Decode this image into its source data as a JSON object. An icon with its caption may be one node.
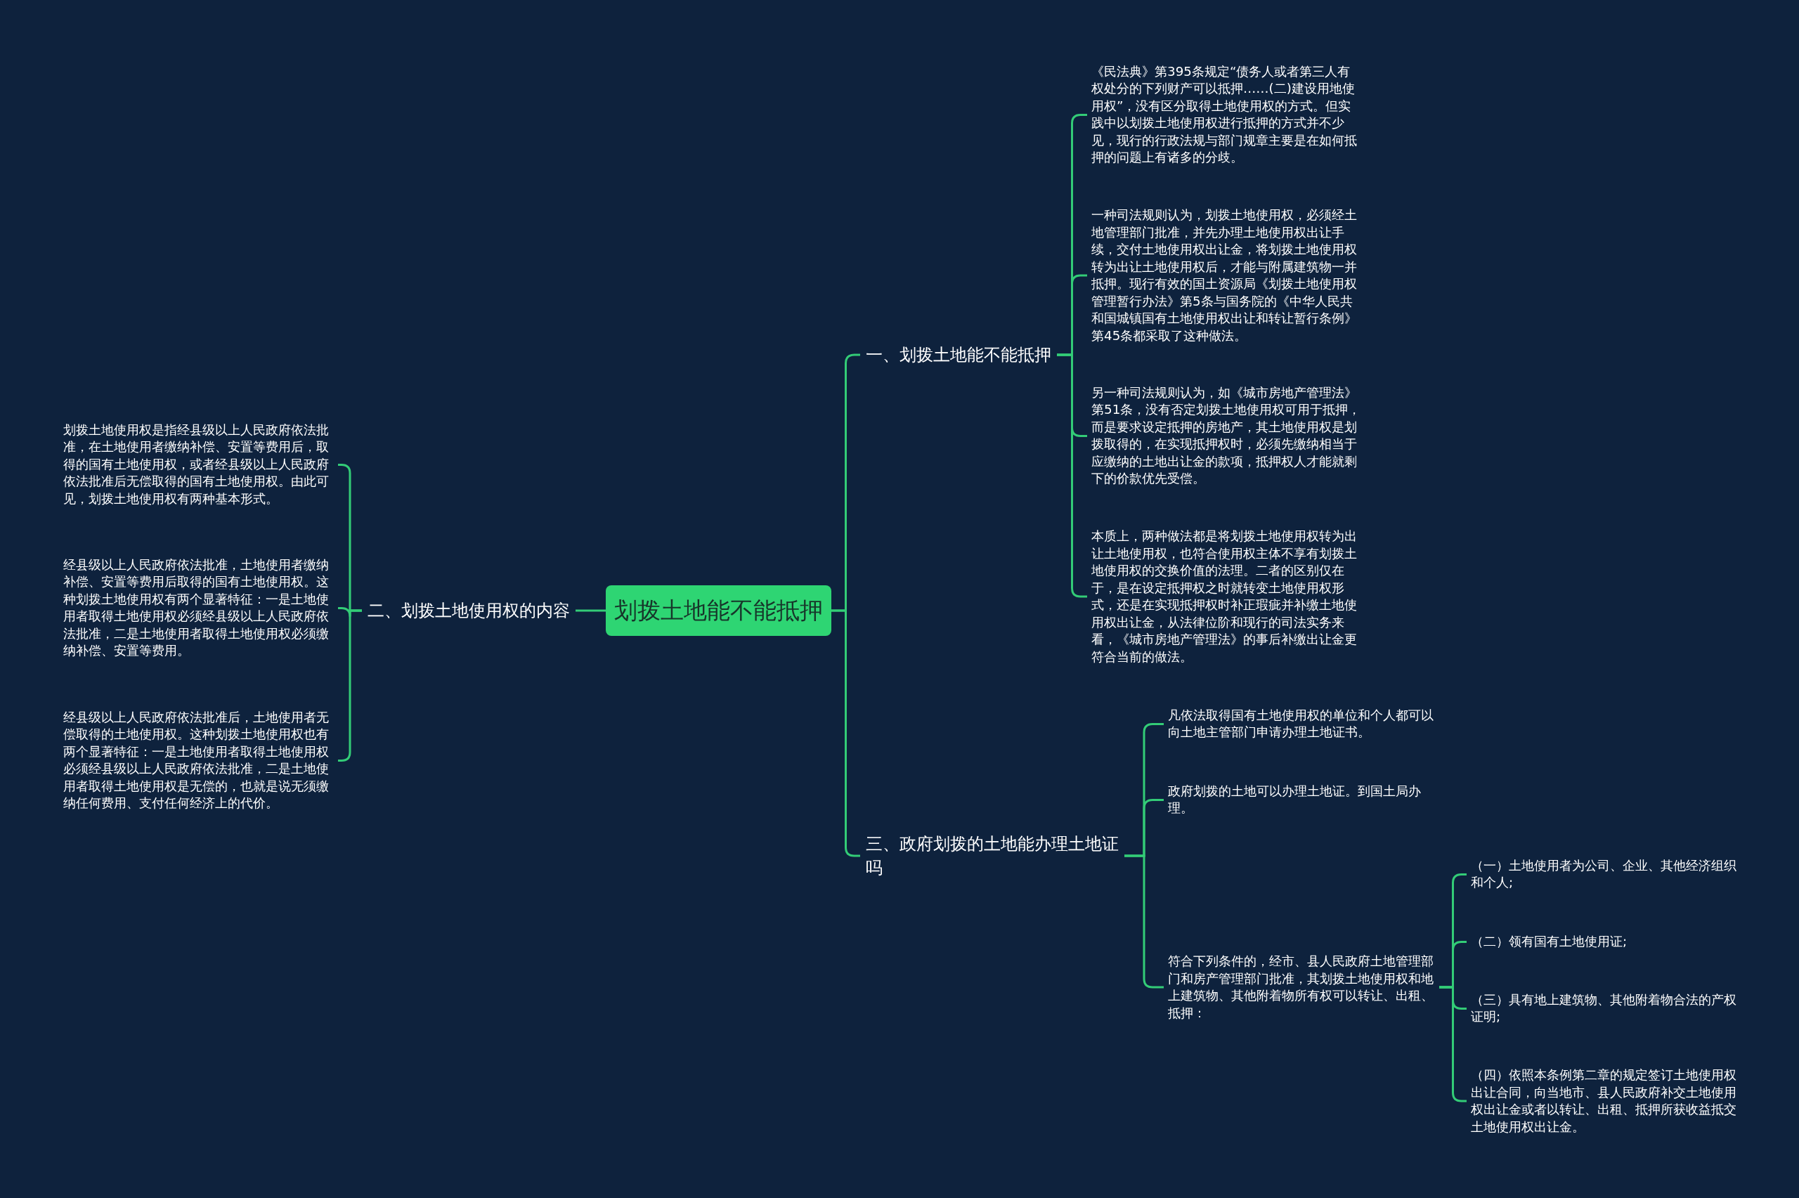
{
  "diagram": {
    "nodes": [
      {
        "text": [
          "划拨土地能不能抵押"
        ]
      },
      {
        "text": [
          "一、划拨土地能不能抵押"
        ]
      },
      {
        "text": [
          "《民法典》第395条规定“债务人或者第三人有权处分的下列财产可以抵押……(二)建设用地使用权”，没有区分取得土地使用权的方式。但实践中以划拨土地使用权进行抵押的方式并不少见，现行的行政法规与部门规章主要是在如何抵押的问题上有诸多的分歧。"
        ]
      },
      {
        "text": [
          "一种司法规则认为，划拨土地使用权，必须经土地管理部门批准，并先办理土地使用权出让手续，交付土地使用权出让金，将划拨土地使用权转为出让土地使用权后，才能与附属建筑物一并抵押。现行有效的国土资源局《划拨土地使用权管理暂行办法》第5条与国务院的《中华人民共和国城镇国有土地使用权出让和转让暂行条例》第45条都采取了这种做法。"
        ]
      },
      {
        "text": [
          "另一种司法规则认为，如《城市房地产管理法》第51条，没有否定划拨土地使用权可用于抵押，而是要求设定抵押的房地产，其土地使用权是划拨取得的，在实现抵押权时，必须先缴纳相当于应缴纳的土地出让金的款项，抵押权人才能就剩下的价款优先受偿。"
        ]
      },
      {
        "text": [
          "本质上，两种做法都是将划拨土地使用权转为出让土地使用权，也符合使用权主体不享有划拨土地使用权的交换价值的法理。二者的区别仅在于，是在设定抵押权之时就转变土地使用权形式，还是在实现抵押权时补正瑕疵并补缴土地使用权出让金，从法律位阶和现行的司法实务来看，《城市房地产管理法》的事后补缴出让金更符合当前的做法。"
        ]
      },
      {
        "text": [
          "二、划拨土地使用权的内容"
        ]
      },
      {
        "text": [
          "划拨土地使用权是指经县级以上人民政府依法批准，在土地使用者缴纳补偿、安置等费用后，取得的国有土地使用权，或者经县级以上人民政府依法批准后无偿取得的国有土地使用权。由此可见，划拨土地使用权有两种基本形式。"
        ]
      },
      {
        "text": [
          "经县级以上人民政府依法批准，土地使用者缴纳补偿、安置等费用后取得的国有土地使用权。这种划拨土地使用权有两个显著特征：一是土地使用者取得土地使用权必须经县级以上人民政府依法批准，二是土地使用者取得土地使用权必须缴纳补偿、安置等费用。"
        ]
      },
      {
        "text": [
          "经县级以上人民政府依法批准后，土地使用者无偿取得的土地使用权。这种划拨土地使用权也有两个显著特征：一是土地使用者取得土地使用权必须经县级以上人民政府依法批准，二是土地使用者取得土地使用权是无偿的，也就是说无须缴纳任何费用、支付任何经济上的代价。"
        ]
      },
      {
        "text": [
          "三、政府划拨的土地能办理土地证吗"
        ]
      },
      {
        "text": [
          "凡依法取得国有土地使用权的单位和个人都可以向土地主管部门申请办理土地证书。"
        ]
      },
      {
        "text": [
          "政府划拨的土地可以办理土地证。到国土局办理。"
        ]
      },
      {
        "text": [
          "符合下列条件的，经市、县人民政府土地管理部门和房产管理部门批准，其划拨土地使用权和地上建筑物、其他附着物所有权可以转让、出租、抵押："
        ]
      },
      {
        "text": [
          "（一）土地使用者为公司、企业、其他经济组织和个人;"
        ]
      },
      {
        "text": [
          "（二）领有国有土地使用证;"
        ]
      },
      {
        "text": [
          "（三）具有地上建筑物、其他附着物合法的产权证明;"
        ]
      },
      {
        "text": [
          "（四）依照本条例第二章的规定签订土地使用权出让合同，向当地市、县人民政府补交土地使用权出让金或者以转让、出租、抵押所获收益抵交土地使用权出让金。"
        ]
      }
    ],
    "edges": [
      {
        "from": 0,
        "to": 1,
        "arrow": "none"
      },
      {
        "from": 1,
        "to": 2,
        "arrow": "none"
      },
      {
        "from": 1,
        "to": 3,
        "arrow": "none"
      },
      {
        "from": 1,
        "to": 4,
        "arrow": "none"
      },
      {
        "from": 1,
        "to": 5,
        "arrow": "none"
      },
      {
        "from": 0,
        "to": 6,
        "arrow": "none"
      },
      {
        "from": 6,
        "to": 7,
        "arrow": "none"
      },
      {
        "from": 6,
        "to": 8,
        "arrow": "none"
      },
      {
        "from": 6,
        "to": 9,
        "arrow": "none"
      },
      {
        "from": 0,
        "to": 10,
        "arrow": "none"
      },
      {
        "from": 10,
        "to": 11,
        "arrow": "none"
      },
      {
        "from": 10,
        "to": 12,
        "arrow": "none"
      },
      {
        "from": 10,
        "to": 13,
        "arrow": "none"
      },
      {
        "from": 13,
        "to": 14,
        "arrow": "none"
      },
      {
        "from": 13,
        "to": 15,
        "arrow": "none"
      },
      {
        "from": 13,
        "to": 16,
        "arrow": "none"
      },
      {
        "from": 13,
        "to": 17,
        "arrow": "none"
      }
    ]
  }
}
